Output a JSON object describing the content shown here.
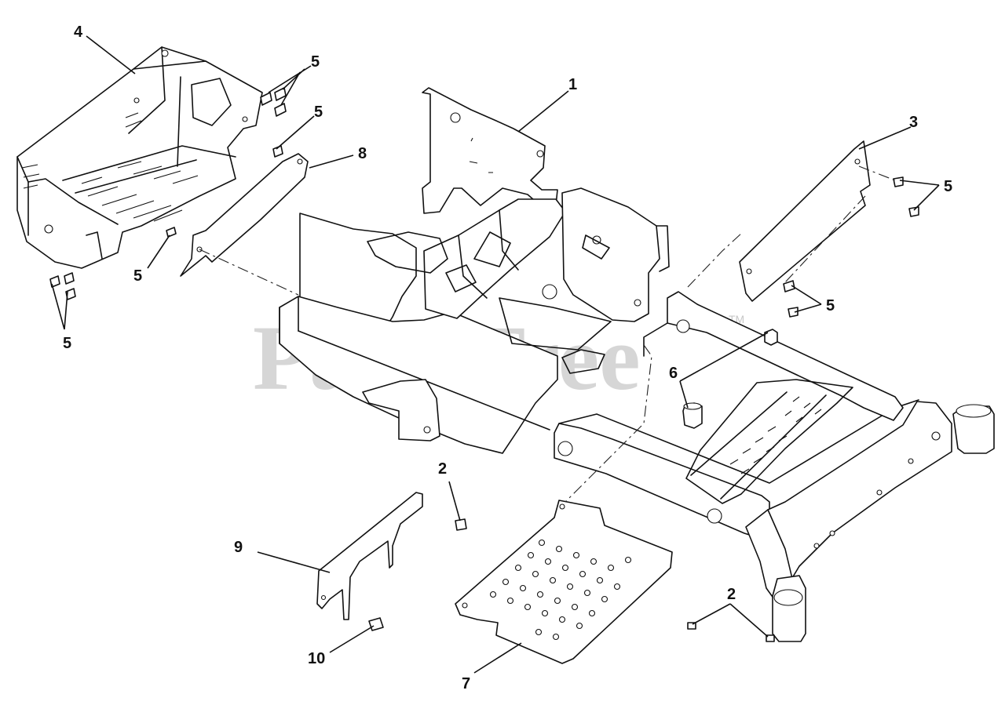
{
  "watermark": {
    "text": "PartsTree",
    "trademark": "TM"
  },
  "callouts": [
    {
      "id": "c1",
      "label": "1"
    },
    {
      "id": "c2a",
      "label": "2"
    },
    {
      "id": "c2b",
      "label": "2"
    },
    {
      "id": "c3",
      "label": "3"
    },
    {
      "id": "c4",
      "label": "4"
    },
    {
      "id": "c5a",
      "label": "5"
    },
    {
      "id": "c5b",
      "label": "5"
    },
    {
      "id": "c5c",
      "label": "5"
    },
    {
      "id": "c5d",
      "label": "5"
    },
    {
      "id": "c5e",
      "label": "5"
    },
    {
      "id": "c5f",
      "label": "5"
    },
    {
      "id": "c6",
      "label": "6"
    },
    {
      "id": "c7",
      "label": "7"
    },
    {
      "id": "c8",
      "label": "8"
    },
    {
      "id": "c9",
      "label": "9"
    },
    {
      "id": "c10",
      "label": "10"
    }
  ]
}
